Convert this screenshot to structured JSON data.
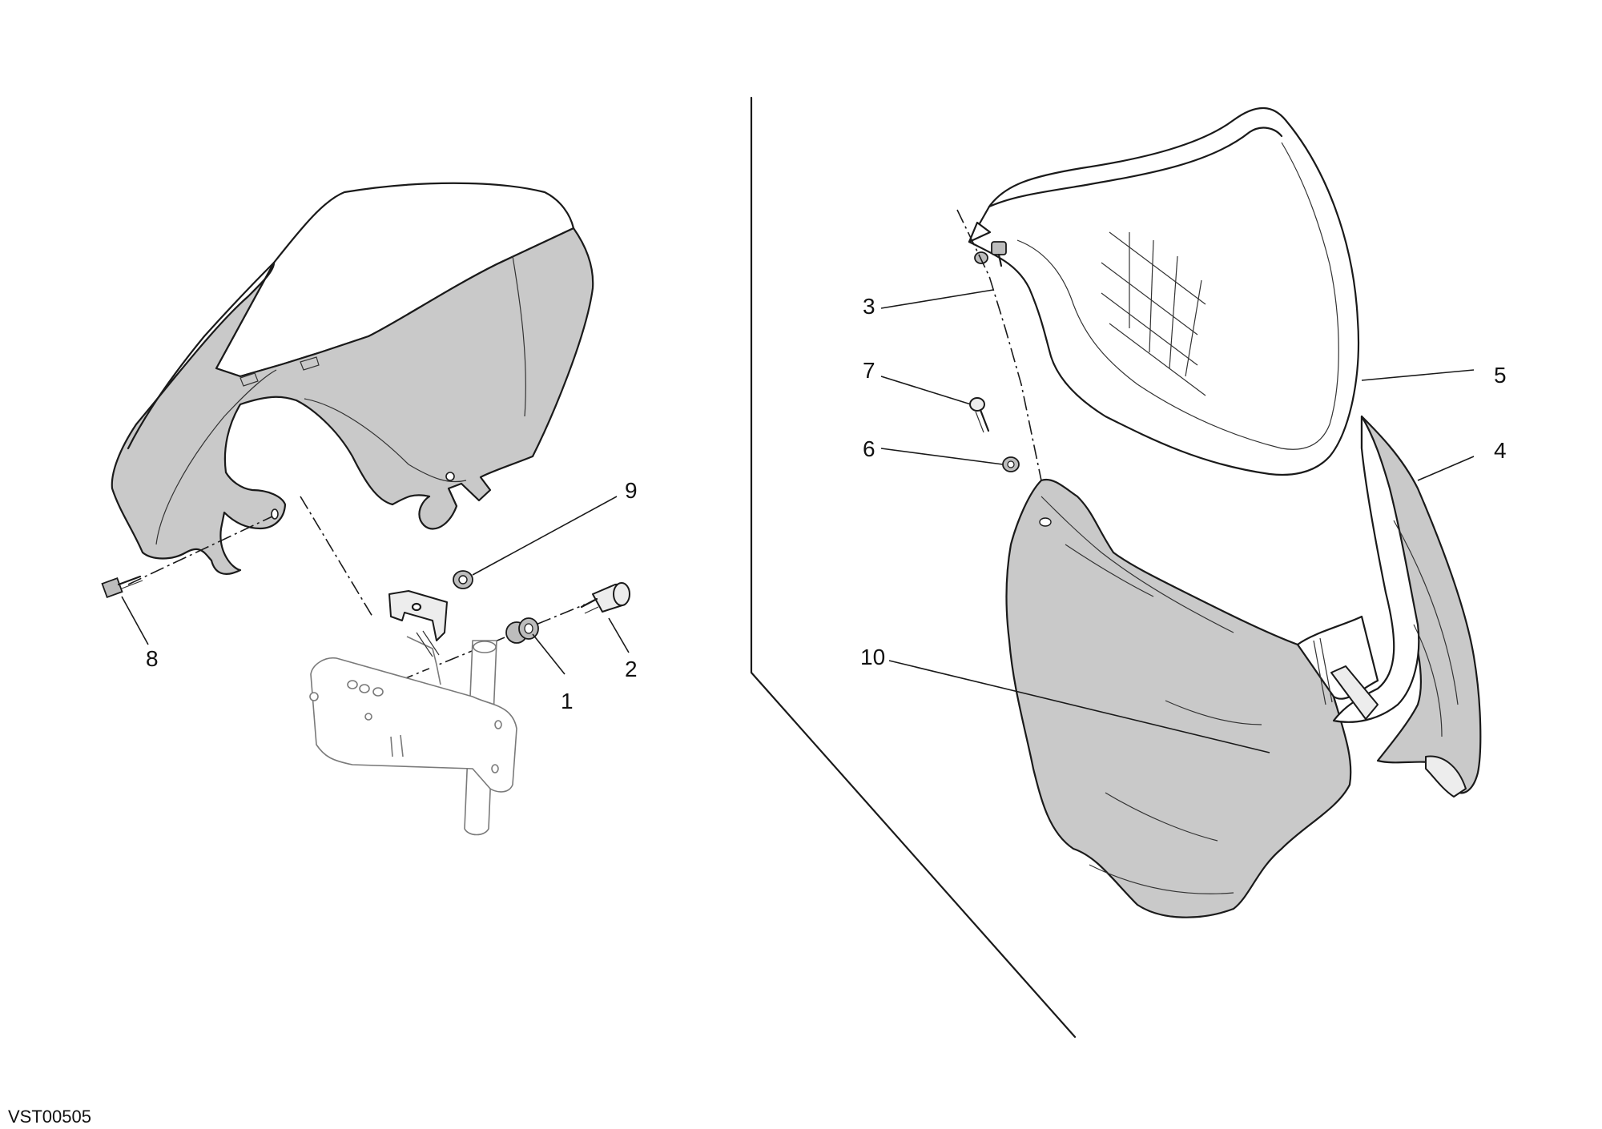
{
  "drawing": {
    "code": "VST00505",
    "callouts": [
      "1",
      "2",
      "3",
      "4",
      "5",
      "6",
      "7",
      "8",
      "9",
      "10"
    ]
  },
  "colors": {
    "shading": "#c9c9c9",
    "line": "#1a1a1a",
    "background": "#ffffff"
  }
}
